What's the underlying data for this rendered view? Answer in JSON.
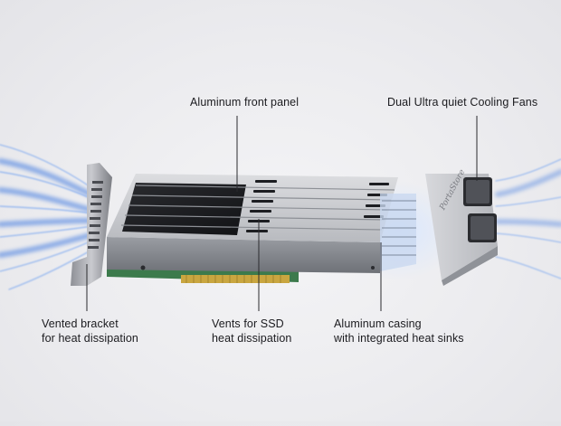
{
  "callouts": {
    "front_panel": "Aluminum front panel",
    "cooling_fans": "Dual Ultra quiet Cooling Fans",
    "bracket_line1": "Vented bracket",
    "bracket_line2": "for heat dissipation",
    "vents_line1": "Vents for SSD",
    "vents_line2": "heat dissipation",
    "casing_line1": "Aluminum casing",
    "casing_line2": "with integrated heat sinks"
  },
  "device": {
    "fan_housing_logo": "PortaStore"
  },
  "colors": {
    "airflow": "#5a8fe6",
    "label_text": "#1b1b1f",
    "leader_line": "#2a2a2e",
    "pcb_green": "#3c7a4c",
    "gold_contacts": "#c9a640"
  }
}
